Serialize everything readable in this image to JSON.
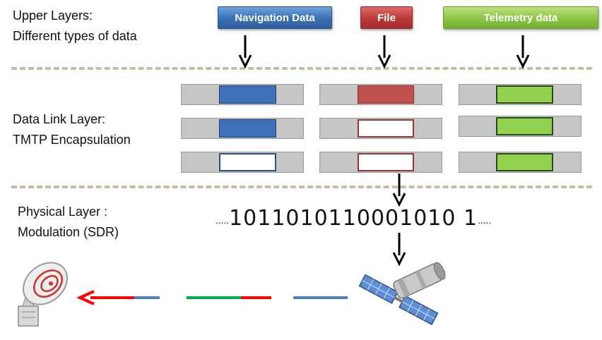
{
  "upper": {
    "title_line1": "Upper Layers:",
    "title_line2": "Different types of data",
    "tabs": [
      {
        "label": "Navigation Data",
        "color": "#3a6fb5"
      },
      {
        "label": "File",
        "color": "#b93a38"
      },
      {
        "label": "Telemetry data",
        "color": "#8cc545"
      }
    ]
  },
  "datalink": {
    "title_line1": "Data Link Layer:",
    "title_line2": "TMTP Encapsulation",
    "columns": [
      {
        "name": "navigation",
        "payload_color": "#3d72bb",
        "rows": [
          "filled",
          "filled",
          "empty"
        ]
      },
      {
        "name": "file",
        "payload_color": "#c0504d",
        "rows": [
          "filled",
          "empty",
          "empty"
        ]
      },
      {
        "name": "telemetry",
        "payload_color": "#92d050",
        "rows": [
          "filled",
          "filled",
          "filled"
        ]
      }
    ]
  },
  "physical": {
    "title_line1": "Physical Layer :",
    "title_line2": "Modulation (SDR)",
    "bitstream": "1011010110001010 1",
    "dots_left": ".....",
    "dots_right": "....."
  },
  "colors": {
    "divider": "#c8bf9a",
    "frame_fill": "#c6c6c6",
    "signal_red": "#ff0000",
    "signal_blue": "#4f81bd",
    "signal_green": "#00b050"
  },
  "icons": [
    "ground-antenna-icon",
    "satellite-icon"
  ]
}
